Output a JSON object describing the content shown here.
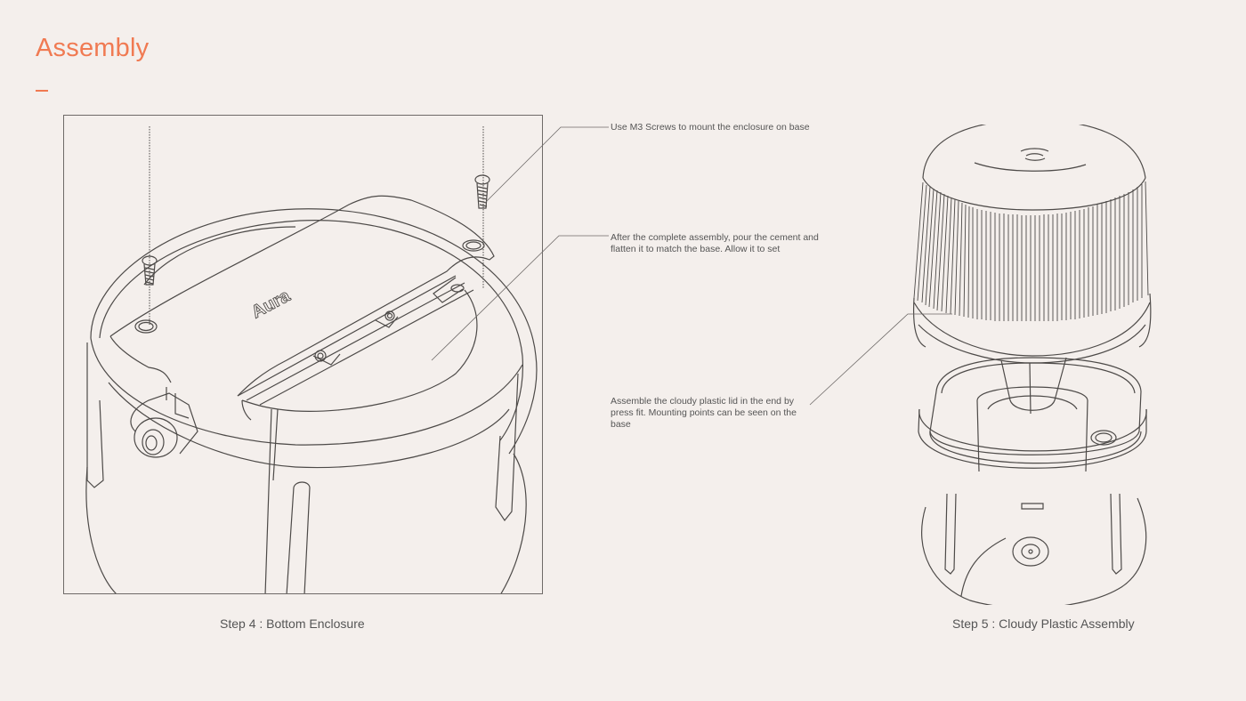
{
  "page": {
    "title": "Assembly",
    "accent_color": "#f07a52",
    "background_color": "#f4efec"
  },
  "steps": [
    {
      "caption": "Step 4 : Bottom Enclosure",
      "illustration": {
        "brand_mark": "Aura",
        "callouts": [
          "Use M3 Screws to mount the enclosure on base",
          "After the complete assembly, pour the cement and flatten it to match the base. Allow it to set"
        ]
      }
    },
    {
      "caption": "Step 5 : Cloudy Plastic Assembly",
      "illustration": {
        "callouts": [
          "Assemble the cloudy plastic lid in the end by press fit. Mounting points can be seen on the base"
        ]
      }
    }
  ]
}
